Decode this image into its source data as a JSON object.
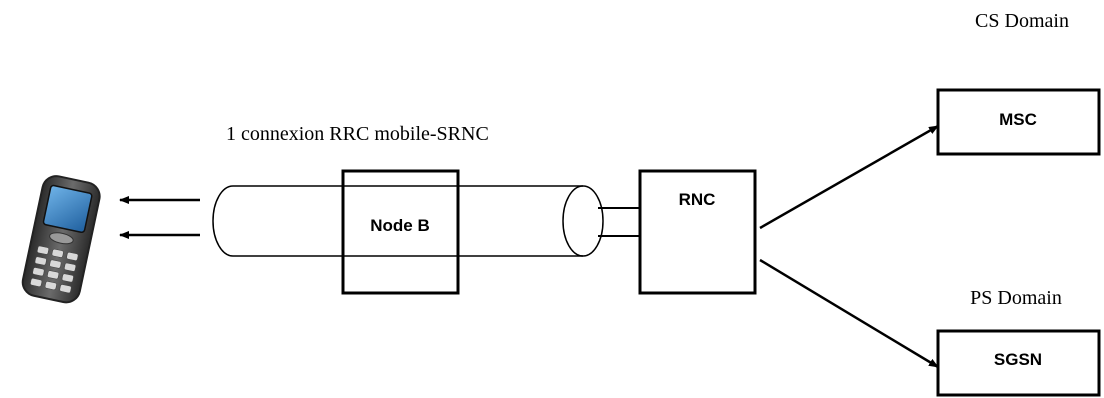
{
  "labels": {
    "cs_domain": "CS Domain",
    "ps_domain": "PS Domain",
    "rrc_connection": "1 connexion RRC mobile-SRNC"
  },
  "nodes": {
    "node_b": "Node B",
    "rnc": "RNC",
    "msc": "MSC",
    "sgsn": "SGSN"
  },
  "icons": {
    "phone": "mobile-phone-icon"
  },
  "colors": {
    "line": "#000000",
    "background": "#ffffff"
  }
}
